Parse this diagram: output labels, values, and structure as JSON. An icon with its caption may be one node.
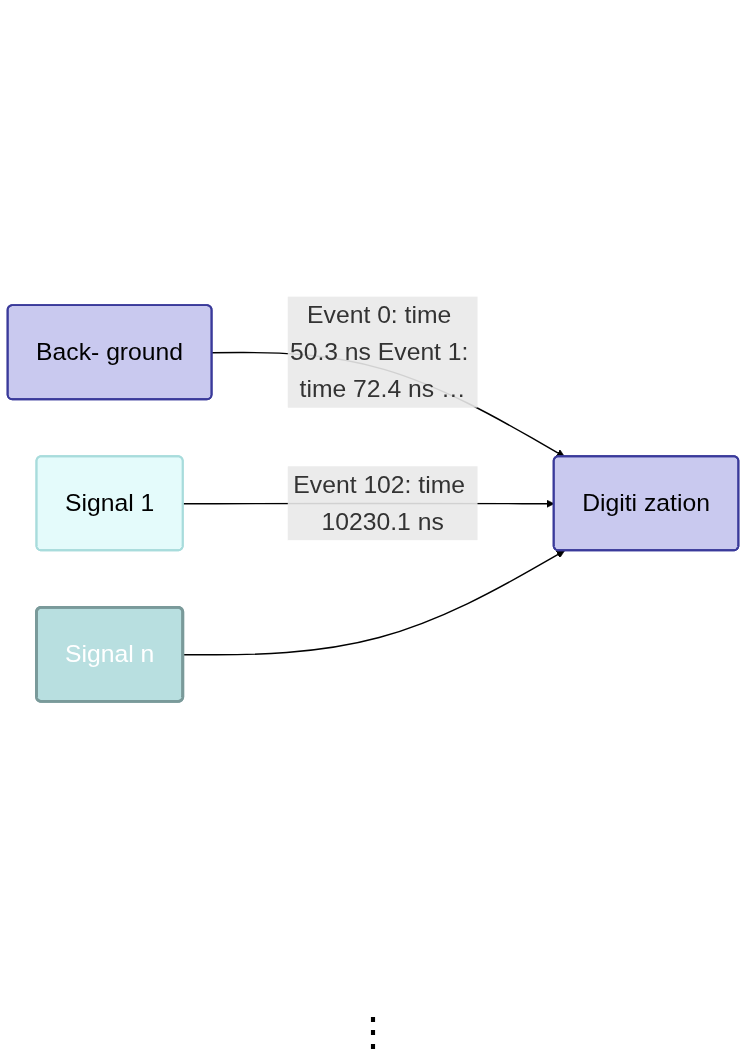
{
  "diagram": {
    "nodes": [
      {
        "text": [
          "Back- ground"
        ]
      },
      {
        "text": [
          "Signal 1"
        ]
      },
      {
        "text": [
          "Signal n"
        ]
      },
      {
        "text": [
          "Digiti zation"
        ]
      }
    ],
    "edges": [
      {
        "from": 0,
        "to": 3,
        "arrow": "to",
        "label": "Event 0: time 50.3 ns Event 1: time 72.4 ns …"
      },
      {
        "from": 1,
        "to": 3,
        "arrow": "to",
        "label": "Event 102: time 10230.1 ns"
      },
      {
        "from": 2,
        "to": 3,
        "arrow": "to"
      }
    ],
    "labels": [
      "⋮"
    ]
  }
}
